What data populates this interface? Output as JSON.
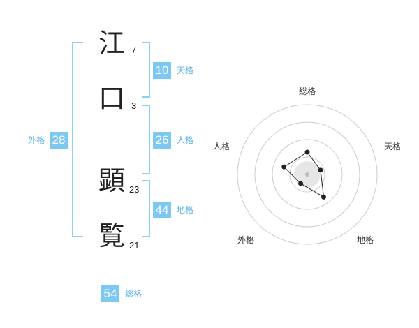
{
  "name_chars": [
    {
      "char": "江",
      "strokes": "7"
    },
    {
      "char": "口",
      "strokes": "3"
    },
    {
      "char": "顕",
      "strokes": "23"
    },
    {
      "char": "覧",
      "strokes": "21"
    }
  ],
  "kaku": {
    "tenkaku": {
      "value": "10",
      "label": "天格"
    },
    "jinkaku": {
      "value": "26",
      "label": "人格"
    },
    "chikaku": {
      "value": "44",
      "label": "地格"
    },
    "gaikaku": {
      "value": "28",
      "label": "外格"
    },
    "soukaku": {
      "value": "54",
      "label": "総格"
    }
  },
  "radar": {
    "axes": [
      "総格",
      "天格",
      "地格",
      "外格",
      "人格"
    ],
    "levels": [
      0.32,
      0.2,
      0.4,
      0.16,
      0.35
    ],
    "colors": {
      "ring": "#cccccc",
      "polygon": "#222222",
      "center": "#bdbdbd",
      "center_fill": "#e6e6e6"
    }
  }
}
